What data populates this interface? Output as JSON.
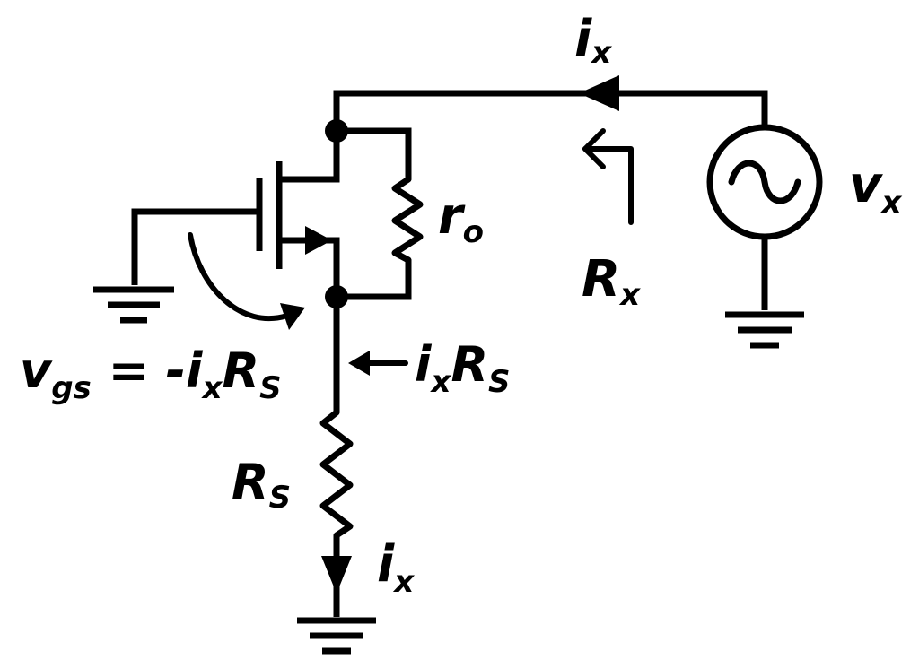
{
  "labels": {
    "ix_top": {
      "base": "i",
      "sub": "x"
    },
    "vx": {
      "base": "v",
      "sub": "x"
    },
    "ro": {
      "base": "r",
      "sub": "o"
    },
    "rx": {
      "base": "R",
      "sub": "x"
    },
    "vgs_eq": {
      "v": "v",
      "gs": "gs",
      "eq": " = -",
      "i": "i",
      "x": "x",
      "R": "R",
      "S": "S"
    },
    "ixrs": {
      "i": "i",
      "x": "x",
      "R": "R",
      "S": "S"
    },
    "rs": {
      "base": "R",
      "sub": "S"
    },
    "ix_bottom": {
      "base": "i",
      "sub": "x"
    }
  },
  "colors": {
    "ink": "#000000",
    "background": "#ffffff"
  }
}
